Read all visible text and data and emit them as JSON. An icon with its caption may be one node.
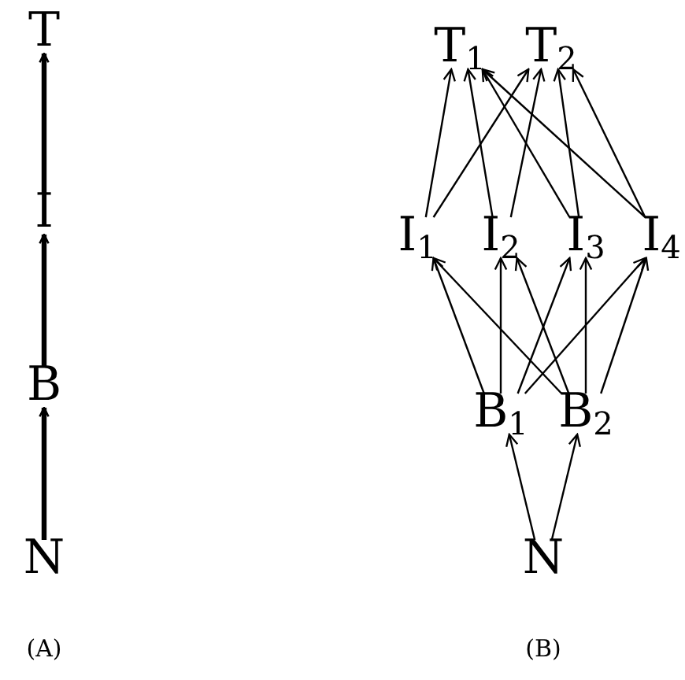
{
  "diagram": {
    "nodes": [
      {
        "text": [
          "T"
        ]
      },
      {
        "text": [
          "I"
        ]
      },
      {
        "text": [
          "B"
        ]
      },
      {
        "text": [
          "N"
        ]
      },
      {
        "text": [
          "T$_{1}$"
        ]
      },
      {
        "text": [
          "T$_{2}$"
        ]
      },
      {
        "text": [
          "I$_{1}$"
        ]
      },
      {
        "text": [
          "I$_{2}$"
        ]
      },
      {
        "text": [
          "I$_{3}$"
        ]
      },
      {
        "text": [
          "I$_{4}$"
        ]
      },
      {
        "text": [
          "B$_{1}$"
        ]
      },
      {
        "text": [
          "B$_{2}$"
        ]
      },
      {
        "text": [
          "N"
        ]
      }
    ],
    "edges": [
      {
        "from": 3,
        "to": 2,
        "arrow": "to",
        "style": "thick"
      },
      {
        "from": 2,
        "to": 1,
        "arrow": "to",
        "style": "thick"
      },
      {
        "from": 1,
        "to": 0,
        "arrow": "to",
        "style": "thick"
      },
      {
        "from": 12,
        "to": 10,
        "arrow": "to"
      },
      {
        "from": 12,
        "to": 11,
        "arrow": "to"
      },
      {
        "from": 10,
        "to": 6,
        "arrow": "to"
      },
      {
        "from": 10,
        "to": 7,
        "arrow": "to"
      },
      {
        "from": 10,
        "to": 8,
        "arrow": "to"
      },
      {
        "from": 10,
        "to": 9,
        "arrow": "to"
      },
      {
        "from": 11,
        "to": 6,
        "arrow": "to"
      },
      {
        "from": 11,
        "to": 7,
        "arrow": "to"
      },
      {
        "from": 11,
        "to": 8,
        "arrow": "to"
      },
      {
        "from": 11,
        "to": 9,
        "arrow": "to"
      },
      {
        "from": 6,
        "to": 4,
        "arrow": "to"
      },
      {
        "from": 6,
        "to": 5,
        "arrow": "to"
      },
      {
        "from": 7,
        "to": 4,
        "arrow": "to"
      },
      {
        "from": 7,
        "to": 5,
        "arrow": "to"
      },
      {
        "from": 8,
        "to": 4,
        "arrow": "to"
      },
      {
        "from": 8,
        "to": 5,
        "arrow": "to"
      },
      {
        "from": 9,
        "to": 4,
        "arrow": "to"
      },
      {
        "from": 9,
        "to": 5,
        "arrow": "to"
      }
    ],
    "labels": [
      "(A)",
      "(B)"
    ]
  }
}
